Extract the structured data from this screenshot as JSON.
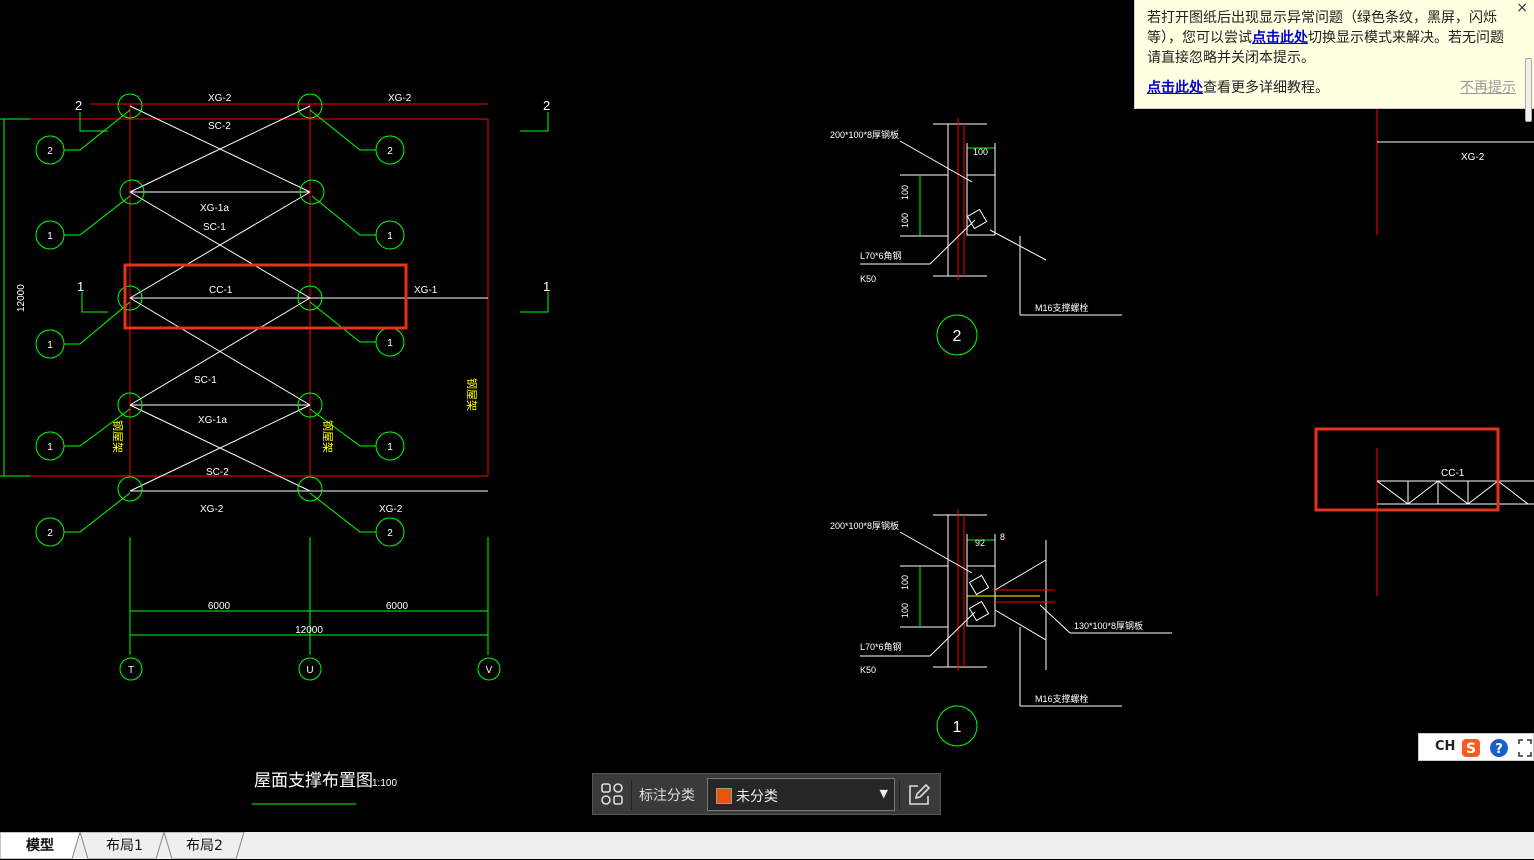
{
  "drawing": {
    "main_plan": {
      "members": [
        "XG-2",
        "XG-2",
        "SC-2",
        "XG-1a",
        "SC-1",
        "CC-1",
        "XG-1",
        "SC-1",
        "XG-1a",
        "SC-2",
        "XG-2",
        "XG-2"
      ],
      "detail_markers_left": [
        "2",
        "1",
        "1",
        "1",
        "2"
      ],
      "detail_markers_right": [
        "2",
        "1",
        "1",
        "1",
        "2"
      ],
      "section_cut_labels": [
        "2",
        "2",
        "1",
        "1"
      ],
      "vertical_dim": "12000",
      "steel_labels": [
        "钢屋架",
        "钢屋架",
        "钢屋架"
      ],
      "dims": [
        "6000",
        "6000",
        "12000"
      ],
      "axes": [
        "T",
        "U",
        "V"
      ],
      "title": "屋面支撑布置图",
      "scale": "1:100"
    },
    "detail_2": {
      "plate_label": "200*100*8厚钢板",
      "dim_top": "100",
      "dim_a": "100",
      "dim_b": "100",
      "angle_label": "L70*6角钢",
      "k_label": "K50",
      "bolt_label": "M16支撑螺栓",
      "marker": "2"
    },
    "detail_1": {
      "plate_label": "200*100*8厚钢板",
      "dim_top": "92",
      "dim_small": "8",
      "dim_a": "100",
      "dim_b": "100",
      "angle_label": "L70*6角钢",
      "k_label": "K50",
      "plate2_label": "130*100*8厚钢板",
      "bolt_label": "M16支撑螺栓",
      "marker": "1"
    },
    "right_partial": {
      "member_top": "XG-2",
      "member_mid": "CC-1"
    },
    "colors": {
      "background": "#000000",
      "lines": "#ffffff",
      "grid_green": "#00ff00",
      "red": "#ff0000",
      "yellow": "#ffff00",
      "highlight_box": "#e8321e"
    }
  },
  "notice": {
    "line1_pre": "若打开图纸后出现显示异常问题（绿色条纹，黑屏，闪烁等），您可以尝试",
    "link1": "点击此处",
    "line1_post": "切换显示模式来解决。若无问题请直接忽略并关闭本提示。",
    "link2": "点击此处",
    "line2_post": "查看更多详细教程。",
    "dismiss": "不再提示",
    "close": "×"
  },
  "toolbar": {
    "label": "标注分类",
    "selected": "未分类",
    "swatch_color": "#e8550a"
  },
  "ime": {
    "lang": "CH"
  },
  "tabs": [
    "模型",
    "布局1",
    "布局2"
  ]
}
